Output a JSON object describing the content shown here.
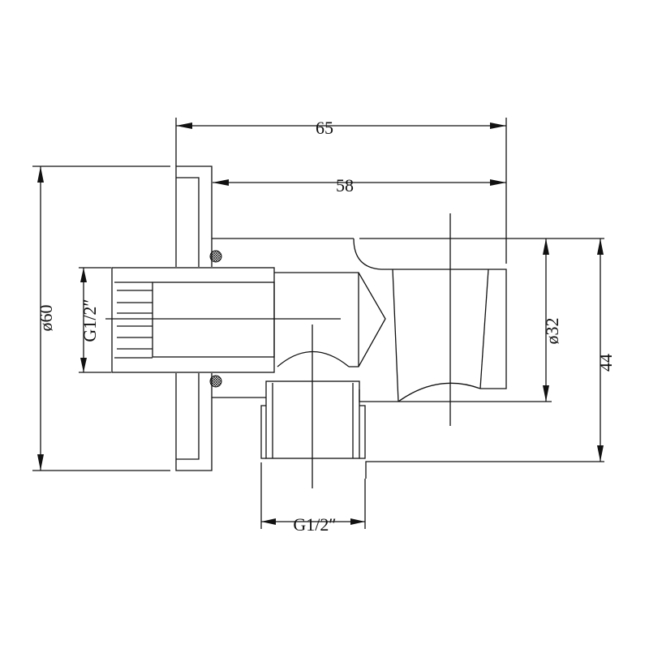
{
  "dimensions": {
    "overall_length": "65",
    "body_length": "58",
    "flange_diameter": "ø60",
    "cup_diameter": "ø32",
    "height": "44",
    "inlet_thread": "G1/2″",
    "outlet_thread": "G1/2″"
  },
  "colors": {
    "line": "#111111",
    "background": "#ffffff"
  }
}
